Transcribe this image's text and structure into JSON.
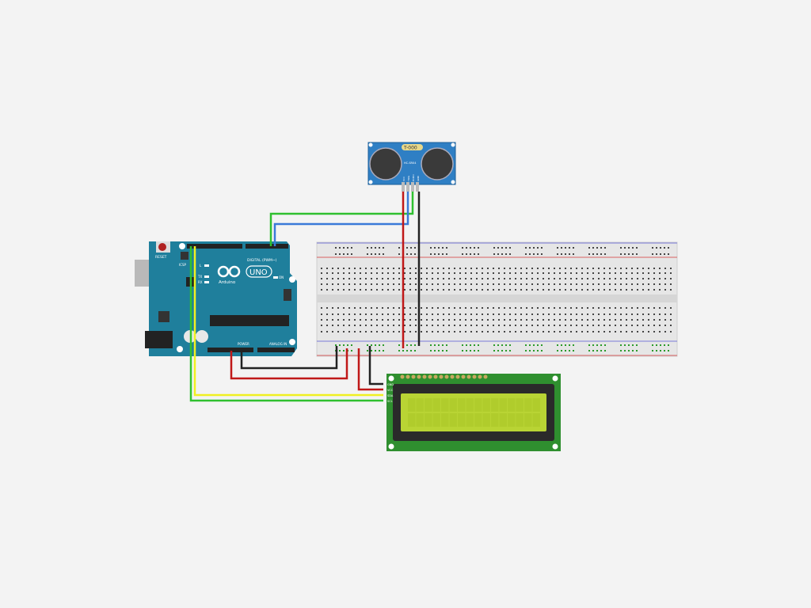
{
  "arduino": {
    "reset": "RESET",
    "brand": "Arduino",
    "model": "UNO",
    "digital": "DIGITAL (PWM~)",
    "icsp": "ICSP",
    "power": "POWER",
    "analog": "ANALOG IN",
    "led_l": "L",
    "led_tx": "TX",
    "led_rx": "RX",
    "led_on": "ON"
  },
  "sensor": {
    "crystal": "T-000",
    "model": "HC-SR04",
    "pins": [
      "VCC",
      "TRIG",
      "ECHO",
      "GND"
    ]
  },
  "lcd": {
    "pins": [
      "GND",
      "VCC",
      "SDA",
      "SCL"
    ]
  },
  "colors": {
    "board": "#1f7f9c",
    "sensor": "#2f7fc4",
    "lcd_pcb": "#2f8f2f",
    "lcd_screen": "#b9d434",
    "wire_red": "#c01818",
    "wire_black": "#222222",
    "wire_green": "#2fc02f",
    "wire_blue": "#3a7ad8",
    "wire_yellow": "#f0f020"
  }
}
